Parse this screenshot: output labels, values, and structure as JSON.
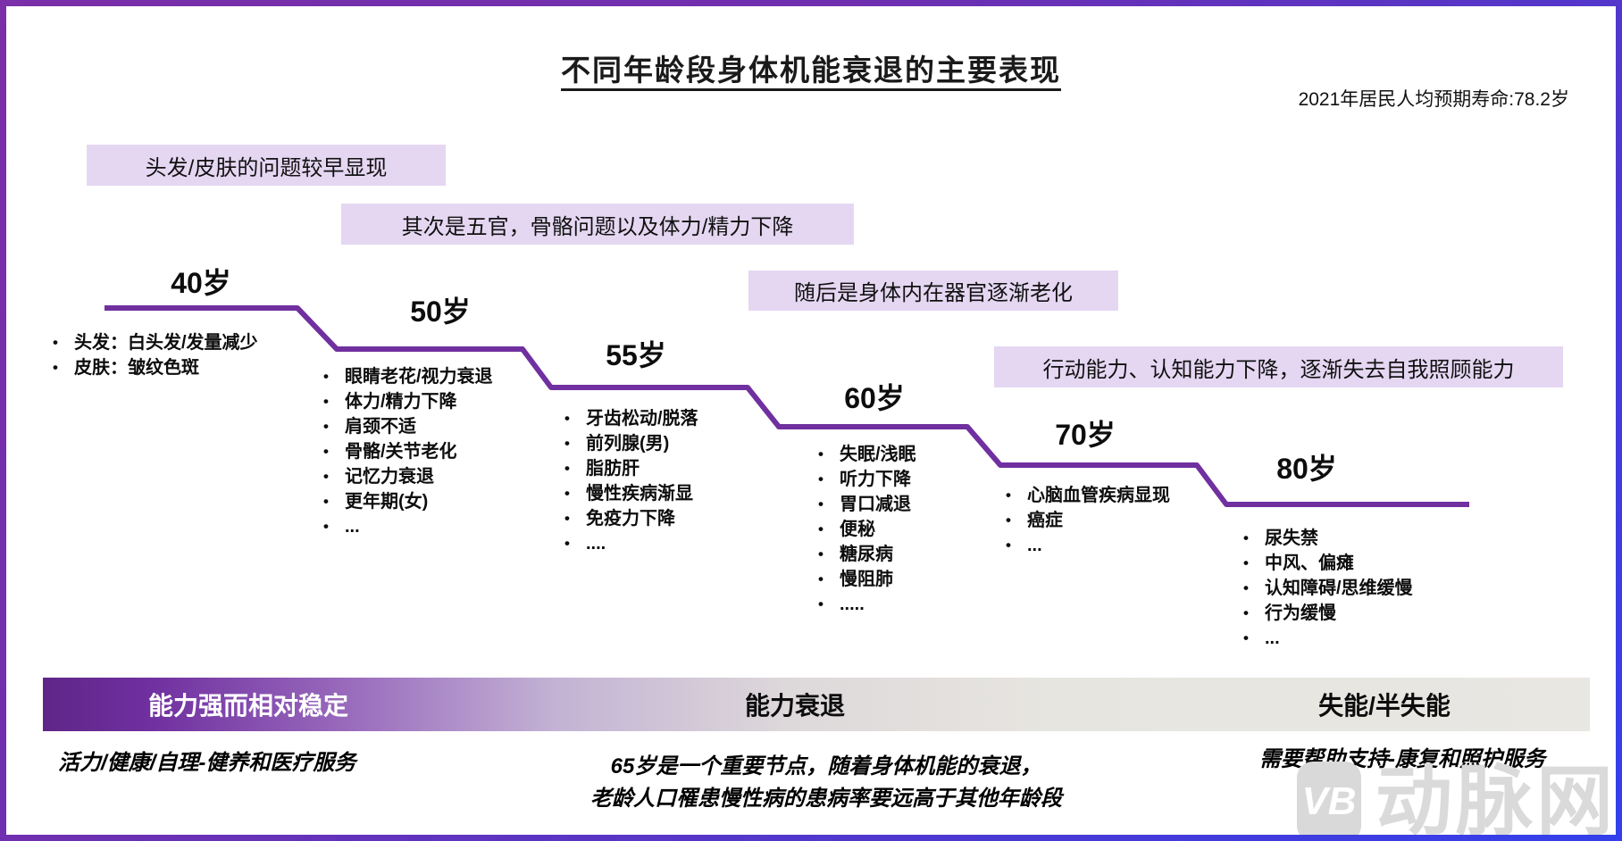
{
  "title": "不同年龄段身体机能衰退的主要表现",
  "note_top_right": "2021年居民人均预期寿命:78.2岁",
  "callouts": [
    "头发/皮肤的问题较早显现",
    "其次是五官，骨骼问题以及体力/精力下降",
    "随后是身体内在器官逐渐老化",
    "行动能力、认知能力下降，逐渐失去自我照顾能力"
  ],
  "stages": [
    {
      "age": "40岁",
      "items": [
        "头发：白头发/发量减少",
        "皮肤：皱纹色斑"
      ]
    },
    {
      "age": "50岁",
      "items": [
        "眼睛老花/视力衰退",
        "体力/精力下降",
        "肩颈不适",
        "骨骼/关节老化",
        "记忆力衰退",
        "更年期(女)",
        "..."
      ]
    },
    {
      "age": "55岁",
      "items": [
        "牙齿松动/脱落",
        "前列腺(男)",
        "脂肪肝",
        "慢性疾病渐显",
        "免疫力下降",
        "...."
      ]
    },
    {
      "age": "60岁",
      "items": [
        "失眠/浅眠",
        "听力下降",
        "胃口减退",
        "便秘",
        "糖尿病",
        "慢阻肺",
        "....."
      ]
    },
    {
      "age": "70岁",
      "items": [
        "心脑血管疾病显现",
        "癌症",
        "..."
      ]
    },
    {
      "age": "80岁",
      "items": [
        "尿失禁",
        "中风、偏瘫",
        "认知障碍/思维缓慢",
        "行为缓慢",
        "..."
      ]
    }
  ],
  "phases": [
    {
      "label": "能力强而相对稳定",
      "description": "活力/健康/自理-健养和医疗服务"
    },
    {
      "label": "能力衰退",
      "description_line1": "65岁是一个重要节点，随着身体机能的衰退，",
      "description_line2": "老龄人口罹患慢性病的患病率要远高于其他年龄段"
    },
    {
      "label": "失能/半失能",
      "description": "需要帮助支持-康复和照护服务"
    }
  ],
  "watermark": {
    "logo_text": "VB",
    "brand_text": "动脉网"
  },
  "colors": {
    "step_line": "#7030A0",
    "callout_bg": "#E5D7F2",
    "phase_bar_start": "#5F2688",
    "phase_bar_end": "#E9E7E2",
    "frame_top_left": "#7B2FA8",
    "frame_bottom_right": "#3340EB",
    "watermark_gray": "#D9D9D9"
  }
}
